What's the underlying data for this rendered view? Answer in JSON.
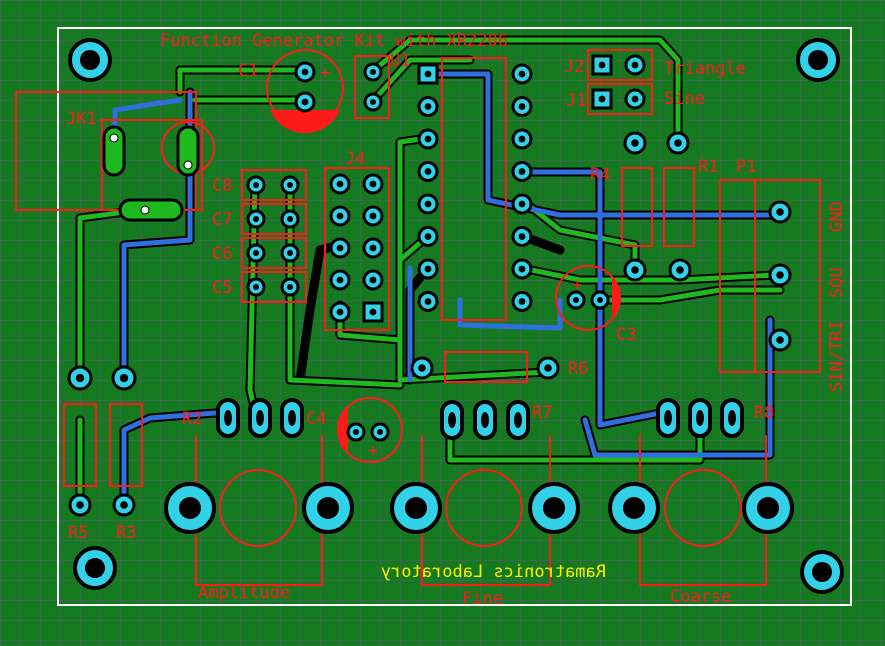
{
  "board": {
    "title": "Function Generator Kit with XR2206",
    "brand": "Ramatronics Laboratory",
    "colors": {
      "board": "#157a1f",
      "grid": "#7a4aa0",
      "silkscreen": "#ff1a1a",
      "pad": "#33d1e8",
      "top_trace": "#1fb81f",
      "bottom_trace": "#2f6fe0",
      "outline": "#ffffff",
      "brand_text": "#ffee00"
    }
  },
  "labels": {
    "c1": "C1",
    "u1": "U1",
    "jk1": "JK1",
    "j2": "J2",
    "j1": "J1",
    "triangle": "Triangle",
    "sine": "Sine",
    "j4": "J4",
    "c8": "C8",
    "c7": "C7",
    "c6": "C6",
    "c5": "C5",
    "r4": "R4",
    "r1": "R1",
    "p1": "P1",
    "c3": "C3",
    "r6": "R6",
    "r2": "R2",
    "c4": "C4",
    "r7": "R7",
    "r8": "R8",
    "r5": "R5",
    "r3": "R3",
    "gnd": "GND",
    "squ": "SQU",
    "sin_tri": "SIN/TRI",
    "amplitude": "Amplitude",
    "fine": "Fine",
    "coarse": "Coarse",
    "plus": "+"
  }
}
